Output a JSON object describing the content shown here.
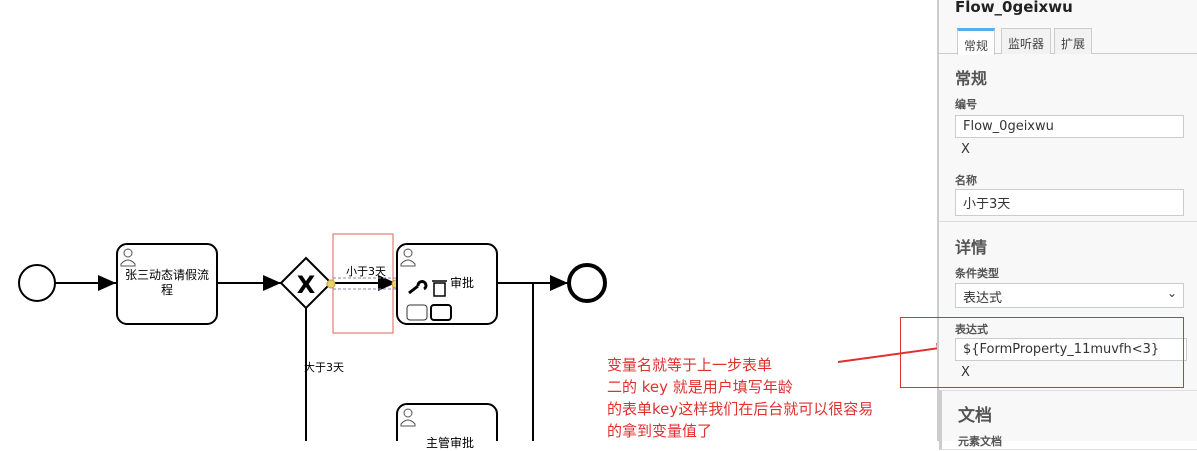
{
  "diagram": {
    "tasks": [
      {
        "label": "张三动态请假流程"
      },
      {
        "label": "审批"
      },
      {
        "label": "主管审批"
      }
    ],
    "gateway_symbol": "X",
    "flows": {
      "less_label": "小于3天",
      "greater_label": "大于3天"
    }
  },
  "annotation": {
    "lines": [
      "变量名就等于上一步表单",
      "二的 key 就是用户填写年龄",
      "的表单key这样我们在后台就可以很容易",
      "的拿到变量值了"
    ],
    "color": "#e03030"
  },
  "panel": {
    "title": "Flow_0geixwu",
    "tabs": [
      {
        "label": "常规"
      },
      {
        "label": "监听器"
      },
      {
        "label": "扩展"
      }
    ],
    "general": {
      "heading": "常规",
      "id_label": "编号",
      "id_value": "Flow_0geixwu",
      "id_clear": "X",
      "name_label": "名称",
      "name_value": "小于3天"
    },
    "details": {
      "heading": "详情",
      "condition_type_label": "条件类型",
      "condition_type_value": "表达式",
      "expression_label": "表达式",
      "expression_value": "${FormProperty_11muvfh<3}",
      "expression_clear": "X"
    },
    "docs": {
      "heading": "文档",
      "element_doc_label": "元素文档"
    }
  }
}
